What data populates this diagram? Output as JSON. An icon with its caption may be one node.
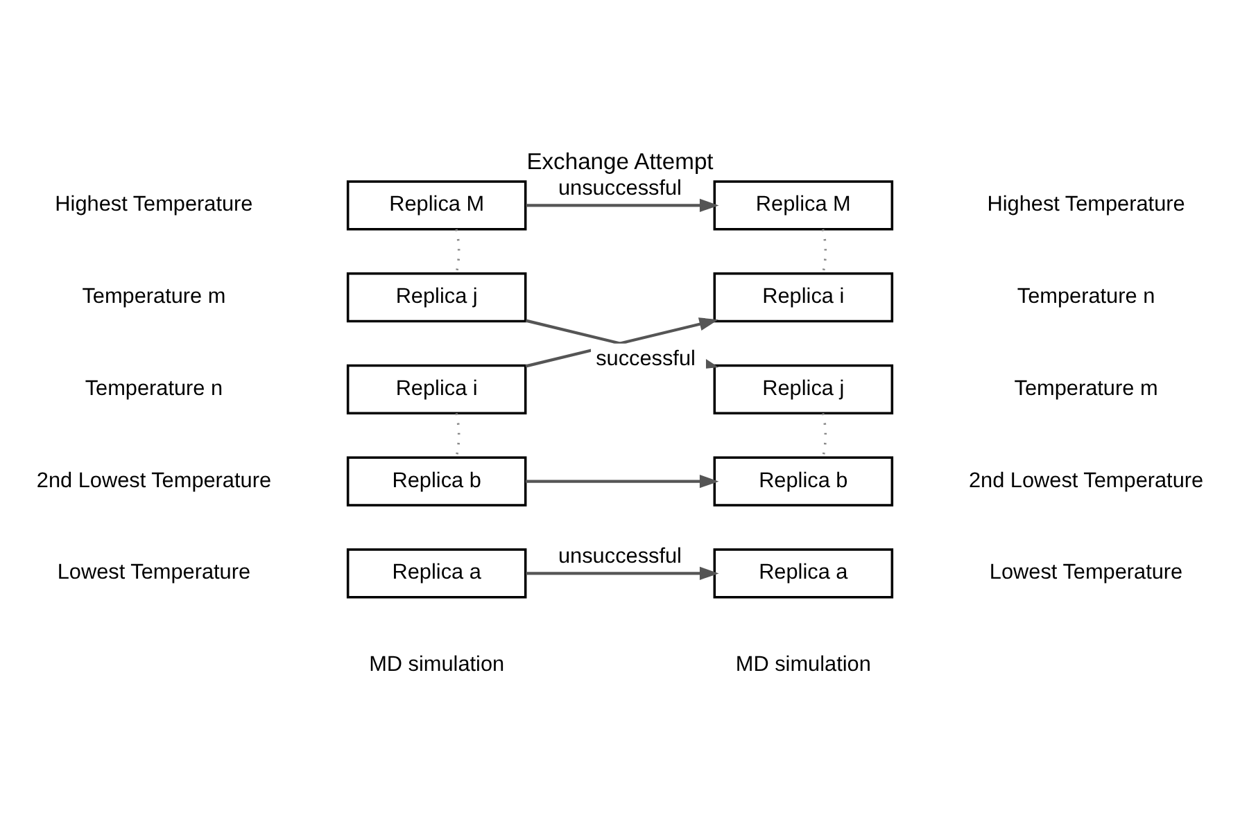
{
  "diagram": {
    "title": "Exchange Attempt",
    "nodes": [
      {
        "text": [
          "Replica M"
        ]
      },
      {
        "text": [
          "Replica M"
        ]
      },
      {
        "text": [
          "Replica j"
        ]
      },
      {
        "text": [
          "Replica i"
        ]
      },
      {
        "text": [
          "Replica i"
        ]
      },
      {
        "text": [
          "Replica j"
        ]
      },
      {
        "text": [
          "Replica b"
        ]
      },
      {
        "text": [
          "Replica b"
        ]
      },
      {
        "text": [
          "Replica a"
        ]
      },
      {
        "text": [
          "Replica a"
        ]
      }
    ],
    "edges": [
      {
        "from": 0,
        "to": 1,
        "arrow": "to",
        "label": "unsuccessful"
      },
      {
        "from": 2,
        "to": 5,
        "arrow": "to"
      },
      {
        "from": 4,
        "to": 3,
        "arrow": "to",
        "label": "successful"
      },
      {
        "from": 6,
        "to": 7,
        "arrow": "to"
      },
      {
        "from": 8,
        "to": 9,
        "arrow": "to",
        "label": "unsuccessful"
      },
      {
        "from": 0,
        "to": 2,
        "arrow": "none",
        "style": "dashed"
      },
      {
        "from": 1,
        "to": 3,
        "arrow": "none",
        "style": "dashed"
      },
      {
        "from": 4,
        "to": 6,
        "arrow": "none",
        "style": "dashed"
      },
      {
        "from": 5,
        "to": 7,
        "arrow": "none",
        "style": "dashed"
      }
    ],
    "labels": [
      "Highest Temperature",
      "Highest Temperature",
      "Temperature m",
      "Temperature n",
      "Temperature n",
      "Temperature m",
      "2nd Lowest Temperature",
      "2nd Lowest Temperature",
      "Lowest Temperature",
      "Lowest Temperature",
      "MD simulation",
      "MD simulation"
    ]
  }
}
